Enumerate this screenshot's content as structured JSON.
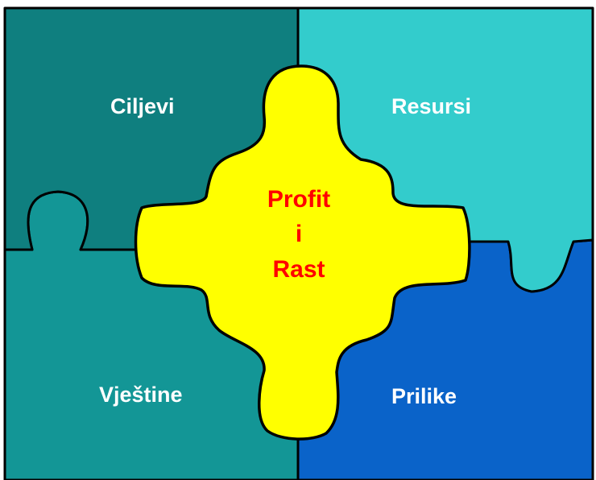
{
  "pieces": {
    "top_left": {
      "label": "Ciljevi",
      "color": "#0f7f7f"
    },
    "top_right": {
      "label": "Resursi",
      "color": "#33cccc"
    },
    "bottom_left": {
      "label": "Vještine",
      "color": "#139696"
    },
    "bottom_right": {
      "label": "Prilike",
      "color": "#0a63c9"
    }
  },
  "center": {
    "lines": [
      "Profit",
      "i",
      "Rast"
    ],
    "fill": "#ffff00",
    "text_color": "#ff0000"
  }
}
